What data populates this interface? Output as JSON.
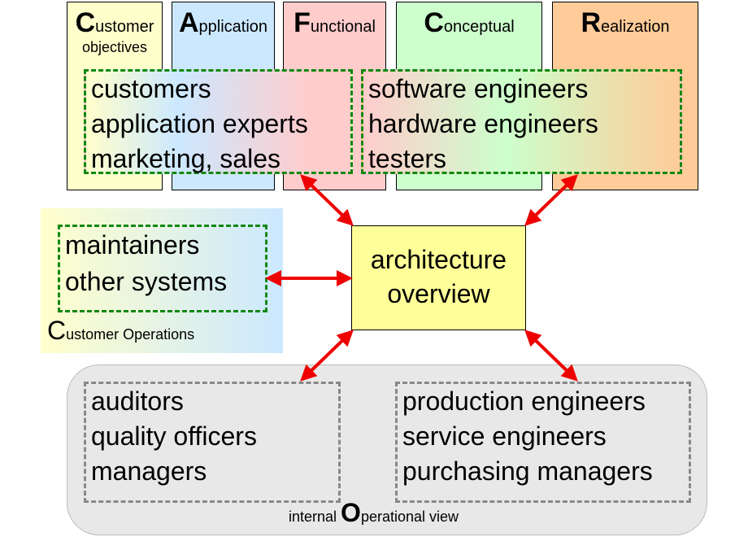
{
  "columns": [
    {
      "initial": "C",
      "rest": "ustomer",
      "line2": "objectives"
    },
    {
      "initial": "A",
      "rest": "pplication"
    },
    {
      "initial": "F",
      "rest": "unctional"
    },
    {
      "initial": "C",
      "rest": "onceptual"
    },
    {
      "initial": "R",
      "rest": "ealization"
    }
  ],
  "groups": {
    "top_left": [
      "customers",
      "application experts",
      "marketing, sales"
    ],
    "top_right": [
      "software engineers",
      "hardware engineers",
      "testers"
    ],
    "customer_ops": [
      "maintainers",
      "other systems"
    ],
    "internal_left": [
      "auditors",
      "quality officers",
      "managers"
    ],
    "internal_right": [
      "production engineers",
      "service engineers",
      "purchasing managers"
    ]
  },
  "center": {
    "line1": "architecture",
    "line2": "overview"
  },
  "customer_operations_label": {
    "initial": "C",
    "rest": "ustomer Operations"
  },
  "internal_label": {
    "prefix": "internal ",
    "initial": "O",
    "rest": "perational view"
  },
  "colors": {
    "arrow": "#ee0000",
    "customer": "#ffffcc",
    "application": "#cce8ff",
    "functional": "#ffcccc",
    "conceptual": "#ccffcc",
    "realization": "#ffcc99",
    "center": "#ffff99",
    "internal": "#e8e8e8",
    "dash_green": "#118811",
    "dash_gray": "#888888"
  }
}
